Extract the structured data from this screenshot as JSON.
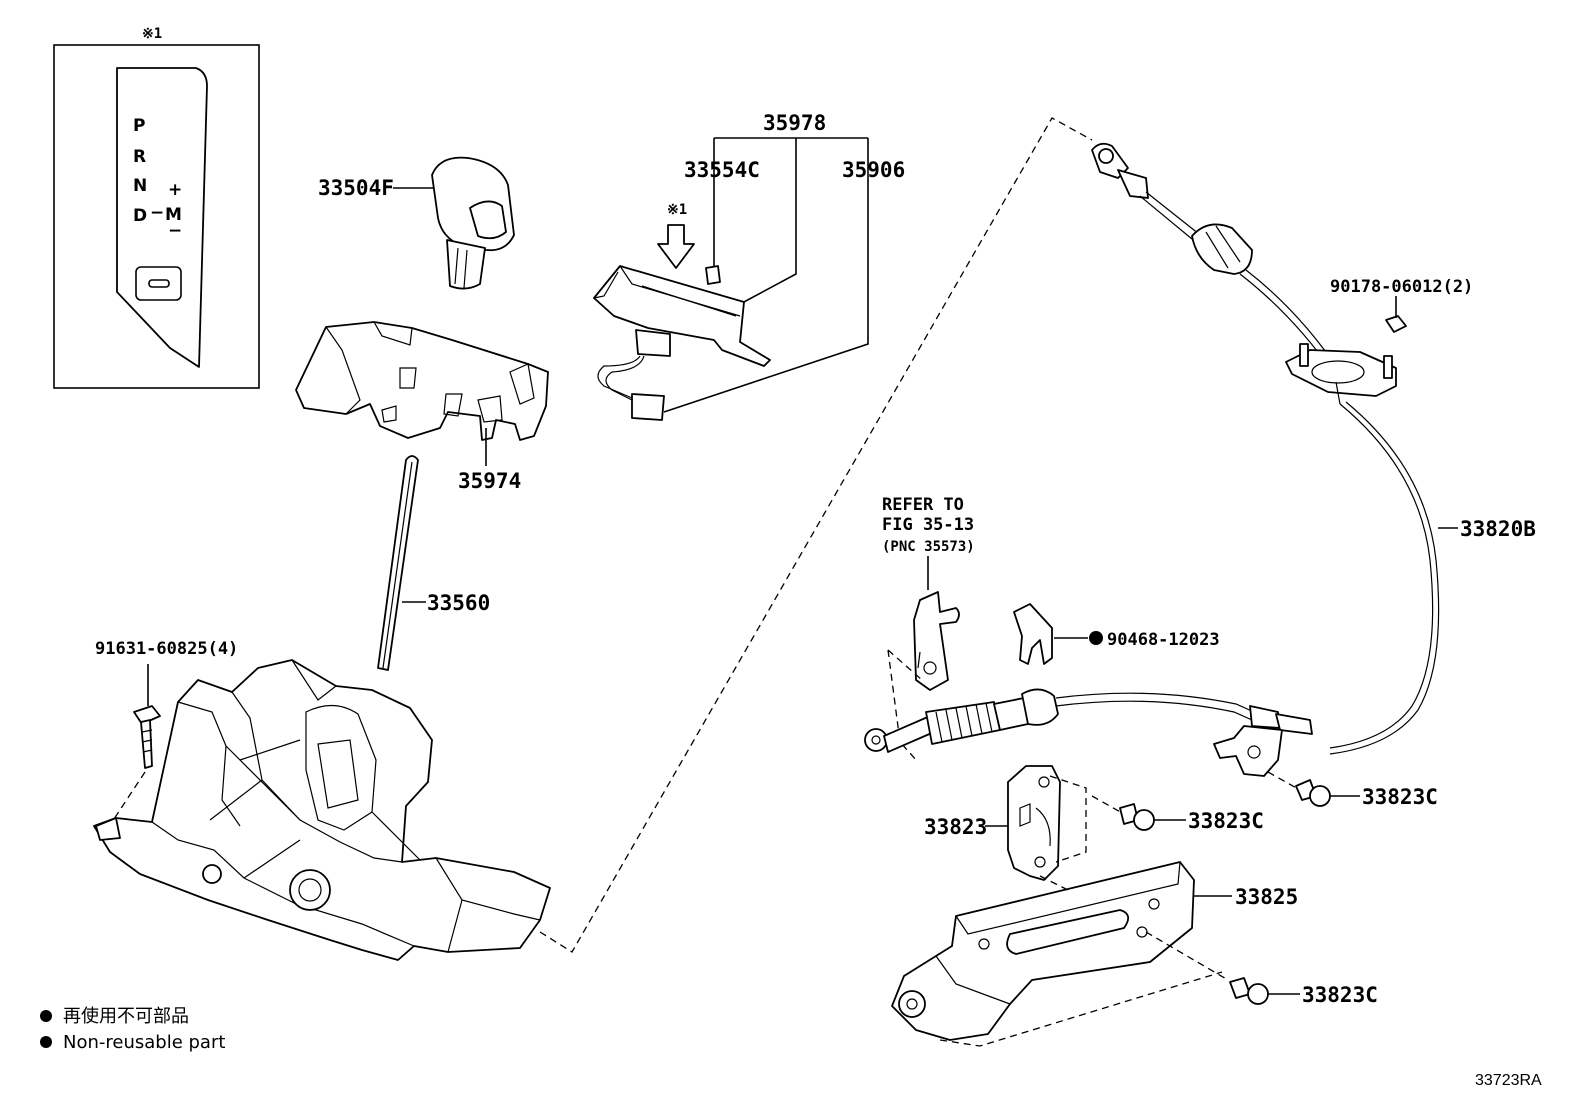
{
  "inset": {
    "mark": "※1",
    "gate": [
      "P",
      "R",
      "N",
      "D",
      "+",
      "M",
      "−",
      "−"
    ]
  },
  "labels": {
    "shift_knob": "33504F",
    "indicator_housing": "35974",
    "shift_lever": "33560",
    "lever_bolt": "91631-60825(4)",
    "switch_assy": "35978",
    "bulb": "33554C",
    "wire": "35906",
    "insert_mark": "※1",
    "cable_nut": "90178-06012(2)",
    "control_cable": "33820B",
    "refer_line1": "REFER TO",
    "refer_line2": "FIG 35-13",
    "refer_line3": "(PNC 35573)",
    "clip": "90468-12023",
    "cable_bolt_a": "33823C",
    "bracket_bolt": "33823C",
    "retainer": "33823",
    "support_bracket": "33825",
    "bracket_bolt_b": "33823C"
  },
  "legend": {
    "jp": "再使用不可部品",
    "en": "Non-reusable part"
  },
  "ref_code": "33723RA"
}
